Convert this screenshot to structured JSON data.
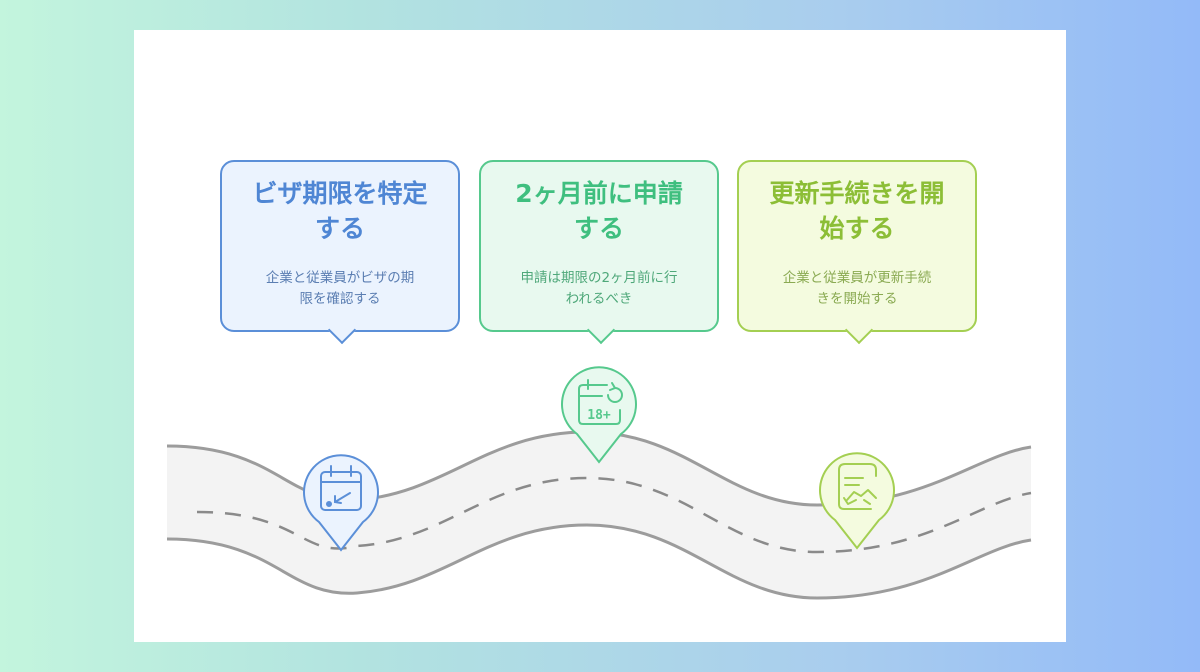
{
  "steps": [
    {
      "title_line1": "ビザ期限を特定",
      "title_line2": "する",
      "desc_line1": "企業と従業員がビザの期",
      "desc_line2": "限を確認する",
      "icon": "calendar-icon",
      "color": "#5b8fd8"
    },
    {
      "title_line1": "2ヶ月前に申請",
      "title_line2": "する",
      "desc_line1": "申請は期限の2ヶ月前に行",
      "desc_line2": "われるべき",
      "icon": "calendar-18-plus-icon",
      "icon_text": "18+",
      "color": "#56c98d"
    },
    {
      "title_line1": "更新手続きを開",
      "title_line2": "始する",
      "desc_line1": "企業と従業員が更新手続",
      "desc_line2": "きを開始する",
      "icon": "document-handshake-icon",
      "color": "#a4cf52"
    }
  ]
}
